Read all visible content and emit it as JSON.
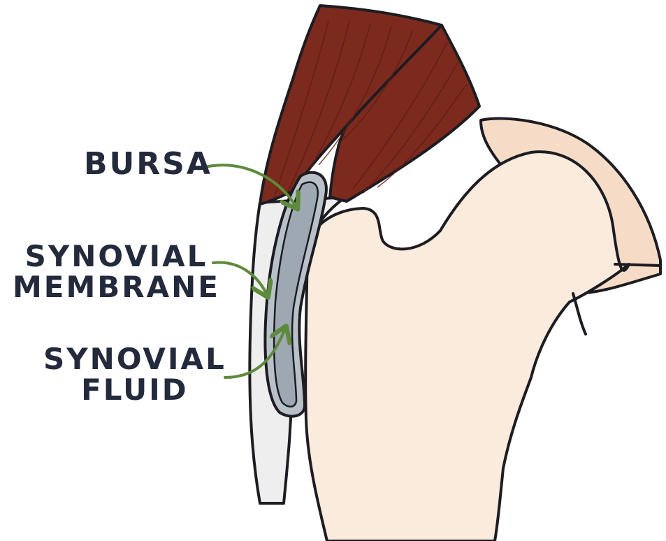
{
  "labels": {
    "bursa": "BURSA",
    "synovial_membrane": [
      "SYNOVIAL",
      "MEMBRANE"
    ],
    "synovial_fluid": [
      "SYNOVIAL",
      "FLUID"
    ]
  },
  "colors": {
    "muscle": "#7b2a1d",
    "muscle_fiber": "#5e1c12",
    "tendon": "#eeeeee",
    "bone": "#fbebdc",
    "bone_shadow": "#f6dcc6",
    "bursa_outer": "#b9c1c8",
    "bursa_inner": "#9ea8b2",
    "outline": "#1c1c22",
    "arrow": "#5e8a3c",
    "text": "#232a3c"
  }
}
